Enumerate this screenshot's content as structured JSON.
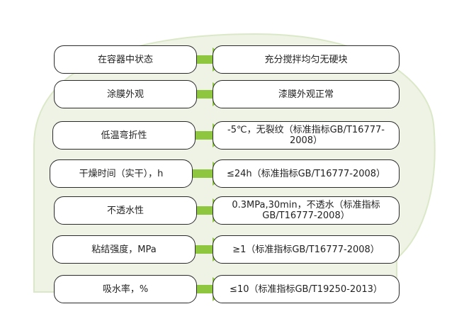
{
  "colors": {
    "arrow": "#8ec63f",
    "background_shape": "#eef3e6",
    "background_shape_edge": "#dbe8c8",
    "pill_border": "#2a2a2a"
  },
  "rows": [
    {
      "property": "在容器中状态",
      "requirement": "充分搅拌均匀无硬块"
    },
    {
      "property": "涂膜外观",
      "requirement": "漆膜外观正常"
    },
    {
      "property": "低温弯折性",
      "requirement": "-5℃，无裂纹（标准指标GB/T16777-2008）"
    },
    {
      "property": "干燥时间（实干），h",
      "requirement": "≤24h（标准指标GB/T16777-2008）"
    },
    {
      "property": "不透水性",
      "requirement": "0.3MPa,30min，不透水（标准指标GB/T16777-2008）"
    },
    {
      "property": "粘结强度，MPa",
      "requirement": "≥1（标准指标GB/T16777-2008）"
    },
    {
      "property": "吸水率，%",
      "requirement": "≤10（标准指标GB/T19250-2013）"
    }
  ]
}
